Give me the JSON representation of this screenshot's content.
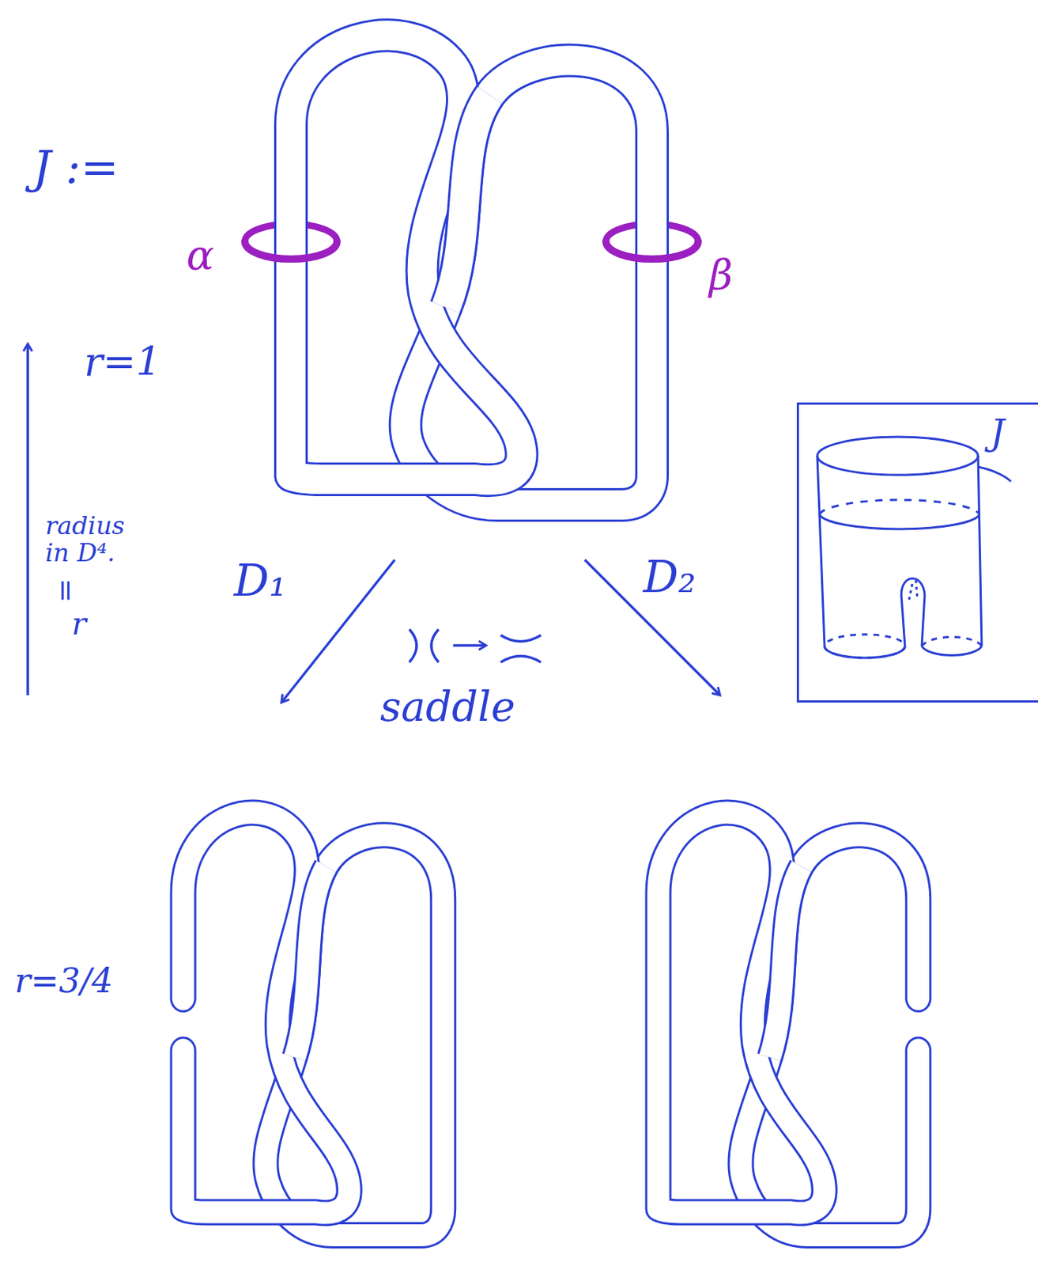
{
  "diagram": {
    "nodes": [
      {
        "text": [
          "J"
        ]
      }
    ],
    "labels": [
      "J :=",
      "α",
      "β",
      "r=1",
      "radius in D⁴.",
      "=",
      "r",
      "D₁",
      "D₂",
      "saddle",
      "r=3/4"
    ]
  }
}
